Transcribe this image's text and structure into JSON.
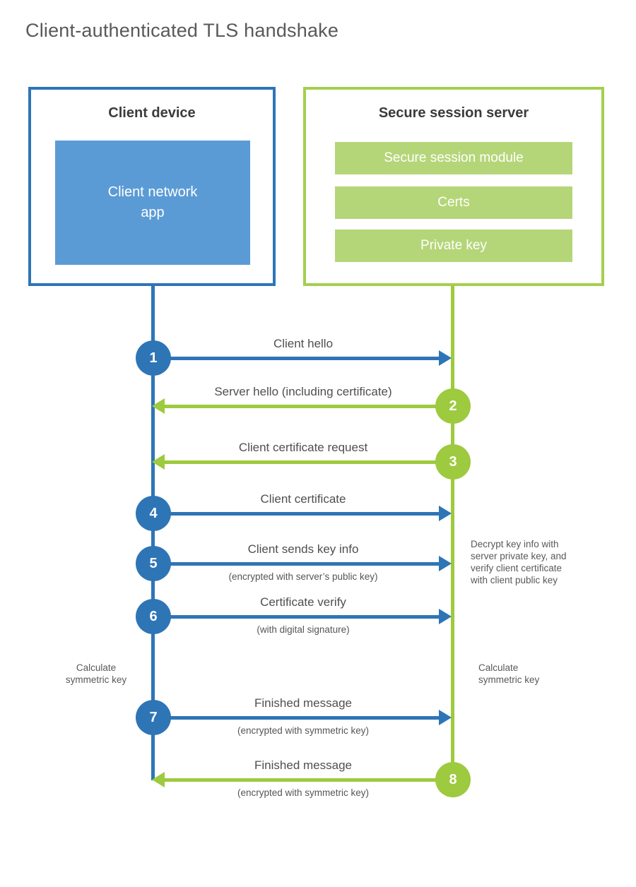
{
  "page": {
    "title": "Client-authenticated TLS handshake"
  },
  "colors": {
    "blue": "#2e75b6",
    "blue_light": "#5b9bd5",
    "green": "#9dca3e",
    "green_border": "#a4cf4e",
    "green_light": "#b5d678"
  },
  "client_box": {
    "title": "Client device",
    "app_label": "Client network\napp"
  },
  "server_box": {
    "title": "Secure session server",
    "modules": [
      "Secure session module",
      "Certs",
      "Private key"
    ]
  },
  "flow": {
    "messages": [
      {
        "step": "1",
        "from": "client",
        "label": "Client hello",
        "sub": ""
      },
      {
        "step": "2",
        "from": "server",
        "label": "Server hello (including certificate)",
        "sub": ""
      },
      {
        "step": "3",
        "from": "server",
        "label": "Client certificate request",
        "sub": ""
      },
      {
        "step": "4",
        "from": "client",
        "label": "Client certificate",
        "sub": ""
      },
      {
        "step": "5",
        "from": "client",
        "label": "Client sends key info",
        "sub": "(encrypted with server’s public key)"
      },
      {
        "step": "6",
        "from": "client",
        "label": "Certificate verify",
        "sub": "(with digital signature)"
      },
      {
        "step": "7",
        "from": "client",
        "label": "Finished message",
        "sub": "(encrypted with symmetric key)"
      },
      {
        "step": "8",
        "from": "server",
        "label": "Finished message",
        "sub": "(encrypted with symmetric key)"
      }
    ],
    "notes": {
      "decrypt": "Decrypt key info with\nserver private key, and\nverify client certificate\nwith client public key",
      "calc_client": "Calculate\nsymmetric key",
      "calc_server": "Calculate\nsymmetric key"
    }
  }
}
